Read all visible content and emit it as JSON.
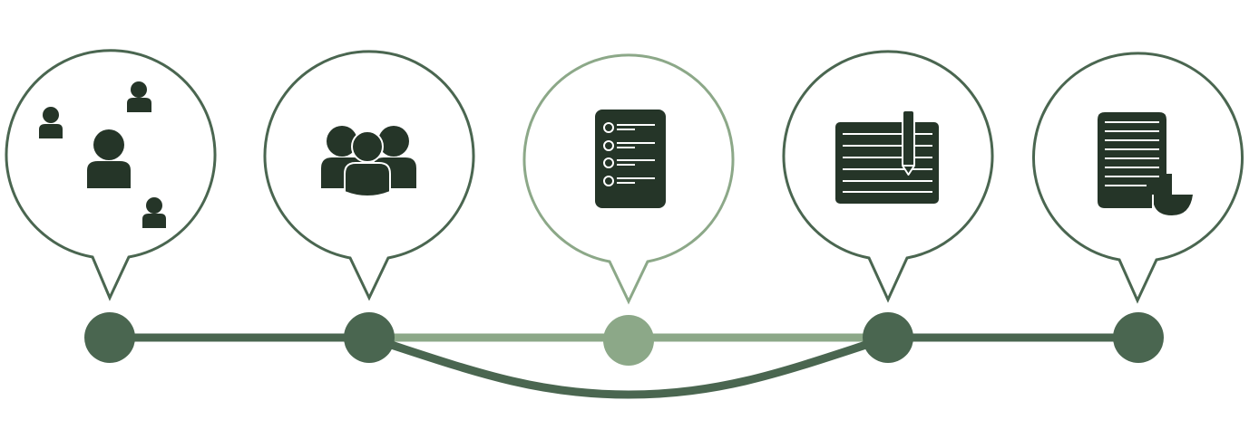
{
  "colors": {
    "dark": "#4a6650",
    "light": "#8ca888",
    "icon_fill": "#253528",
    "background": "#ffffff"
  },
  "timeline": {
    "steps": [
      {
        "id": "step-1",
        "icon": "scattered-people-icon",
        "style": "dark"
      },
      {
        "id": "step-2",
        "icon": "group-of-people-icon",
        "style": "dark"
      },
      {
        "id": "step-3",
        "icon": "checklist-icon",
        "style": "light"
      },
      {
        "id": "step-4",
        "icon": "writing-board-pen-icon",
        "style": "dark"
      },
      {
        "id": "step-5",
        "icon": "document-with-page-curl-icon",
        "style": "dark"
      }
    ],
    "segments": [
      {
        "from": "step-1",
        "to": "step-2",
        "style": "dark",
        "shape": "straight"
      },
      {
        "from": "step-2",
        "to": "step-3",
        "style": "light",
        "shape": "straight"
      },
      {
        "from": "step-3",
        "to": "step-4",
        "style": "light",
        "shape": "straight"
      },
      {
        "from": "step-2",
        "to": "step-4",
        "style": "dark",
        "shape": "curve-below"
      },
      {
        "from": "step-4",
        "to": "step-5",
        "style": "dark",
        "shape": "straight"
      }
    ]
  }
}
